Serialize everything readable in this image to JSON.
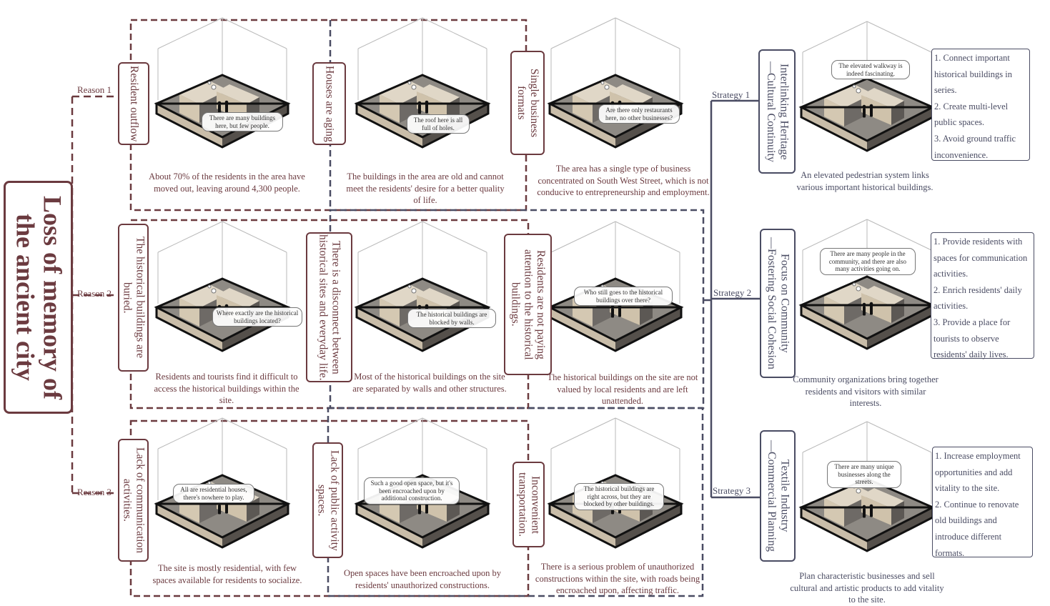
{
  "title": "Loss of memory of the ancient city",
  "reasons": [
    "Reason 1",
    "Reason 2",
    "Reason 3"
  ],
  "strategy_labels": [
    "Strategy 1",
    "Strategy 2",
    "Strategy 3"
  ],
  "problems": [
    {
      "label": "Resident outflow",
      "caption": "About 70% of the residents in the area have moved out, leaving around 4,300 people.",
      "bubble": "There are many buildings here, but few people."
    },
    {
      "label": "Houses are aging",
      "caption": "The buildings in the area are old and cannot meet the residents' desire for a better quality of life.",
      "bubble": "The roof here is all full of holes."
    },
    {
      "label": "Single business formats",
      "caption": "The area has a single type of business concentrated on South West Street, which is not conducive to entrepreneurship and employment.",
      "bubble": "Are there only restaurants here, no other businesses?"
    },
    {
      "label": "The historical buildings are buried.",
      "caption": "Residents and tourists find it difficult to access the historical buildings within the site.",
      "bubble": "Where exactly are the historical buildings located?"
    },
    {
      "label": "There is a disconnect between historical sites and everyday life.",
      "caption": "Most of the historical buildings on the site are separated by walls and other structures.",
      "bubble": "The historical buildings are blocked by walls."
    },
    {
      "label": "Residents are not paying attention to the historical buildings.",
      "caption": "The historical buildings on the site are not valued by local residents and are left unattended.",
      "bubble": "Who still goes to the historical buildings over there?"
    },
    {
      "label": "Lack of communication activities.",
      "caption": "The site is mostly residential, with few spaces available for residents to socialize.",
      "bubble": "All are residential houses, there's nowhere to play."
    },
    {
      "label": "Lack of public activity spaces.",
      "caption": "Open spaces have been encroached upon by residents' unauthorized constructions.",
      "bubble": "Such a good open space, but it's been encroached upon by additional construction."
    },
    {
      "label": "Inconvenient transportation.",
      "caption": "There is a serious problem of unauthorized constructions within the site, with roads being encroached upon, affecting traffic.",
      "bubble": "The historical buildings are right across, but they are blocked by other buildings."
    }
  ],
  "strategies": [
    {
      "label": "Interlinking Heritage\n—Cultural Continuity",
      "caption": "An elevated pedestrian system links various important historical buildings.",
      "bubble": "The elevated walkway is indeed fascinating.",
      "items": [
        "1. Connect important",
        "historical buildings in",
        "series.",
        "2. Create multi-level",
        "public spaces.",
        "3. Avoid ground traffic",
        "inconvenience."
      ]
    },
    {
      "label": "Focus on Community\n—Fostering Social Cohesion",
      "caption": "Community organizations bring together residents and visitors with similar interests.",
      "bubble": "There are many people in the community, and there are also many activities going on.",
      "items": [
        "1. Provide residents with",
        "spaces for communication",
        "activities.",
        "2. Enrich residents' daily",
        "activities.",
        "3. Provide a place for",
        "tourists to observe",
        "residents' daily lives."
      ]
    },
    {
      "label": "Textile Industry\n—Commercial Planning",
      "caption": "Plan characteristic businesses and sell cultural and artistic products to add vitality to the site.",
      "bubble": "There are many unique businesses along the streets.",
      "items": [
        "1. Increase employment",
        "opportunities and add",
        "vitality to the site.",
        "2. Continue to renovate",
        "old buildings and",
        "introduce different",
        "formats."
      ]
    }
  ],
  "colors": {
    "red": "#6b3a3f",
    "blue": "#4a4c63"
  }
}
